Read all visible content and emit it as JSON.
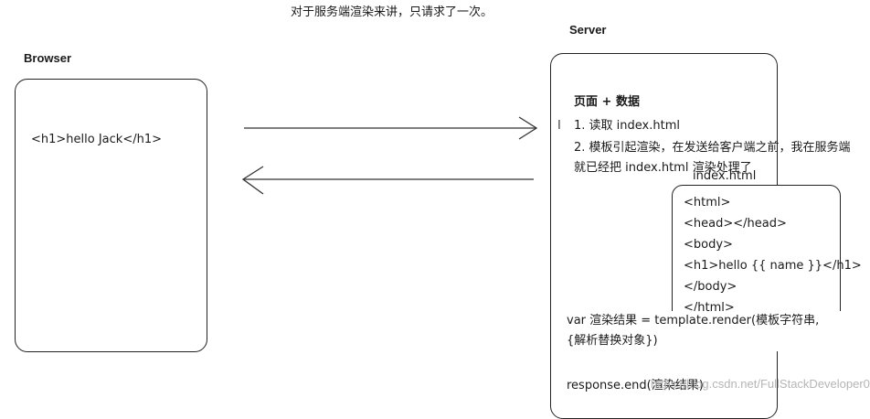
{
  "top_note": "对于服务端渲染来讲，只请求了一次。",
  "browser": {
    "label": "Browser",
    "content": "<h1>hello Jack</h1>"
  },
  "server": {
    "label": "Server",
    "heading": "页面 + 数据",
    "step1": "1. 读取 index.html",
    "step2_line1": "2. 模板引起渲染，在发送给客户端之前，我在服务端",
    "step2_line2": "就已经把 index.html 渲染处理了",
    "cursor": "I"
  },
  "template": {
    "title": "index.html",
    "lines": [
      "<html>",
      "<head></head>",
      "<body>",
      "<h1>hello {{ name }}</h1>",
      "</body>",
      "</html>"
    ]
  },
  "render": {
    "line1": "var 渲染结果 = template.render(模板字符串,",
    "line2": "{解析替换对象})",
    "response": "response.end(渲染结果)"
  },
  "watermark": "https://blog.csdn.net/FullStackDeveloper0"
}
